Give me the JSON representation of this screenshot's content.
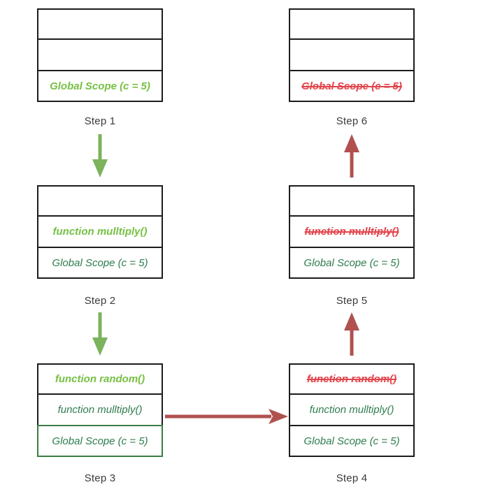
{
  "colors": {
    "bright_green": "#76c043",
    "dark_green": "#2f7d4e",
    "red": "#e2444c",
    "arrow_green": "#7cb35c",
    "arrow_red": "#b05150",
    "border_black": "#1c1c1c",
    "border_green": "#3a7d44",
    "label": "#3b3b3b"
  },
  "steps": [
    {
      "label": "Step 1",
      "rows": [
        "",
        "",
        "Global Scope (c = 5)"
      ]
    },
    {
      "label": "Step 2",
      "rows": [
        "",
        "function mulltiply()",
        "Global Scope (c = 5)"
      ]
    },
    {
      "label": "Step 3",
      "rows": [
        "function random()",
        "function mulltiply()",
        "Global Scope (c = 5)"
      ]
    },
    {
      "label": "Step 4",
      "rows": [
        "function random()",
        "function mulltiply()",
        "Global Scope (c = 5)"
      ]
    },
    {
      "label": "Step 5",
      "rows": [
        "",
        "function mulltiply()",
        "Global Scope (c = 5)"
      ]
    },
    {
      "label": "Step 6",
      "rows": [
        "",
        "",
        "Global Scope (c = 5)"
      ]
    }
  ],
  "arrows": [
    {
      "name": "arrow-step1-to-step2",
      "direction": "down",
      "color": "green"
    },
    {
      "name": "arrow-step2-to-step3",
      "direction": "down",
      "color": "green"
    },
    {
      "name": "arrow-step3-to-step4",
      "direction": "right",
      "color": "red"
    },
    {
      "name": "arrow-step4-to-step5",
      "direction": "up",
      "color": "red"
    },
    {
      "name": "arrow-step5-to-step6",
      "direction": "up",
      "color": "red"
    }
  ]
}
